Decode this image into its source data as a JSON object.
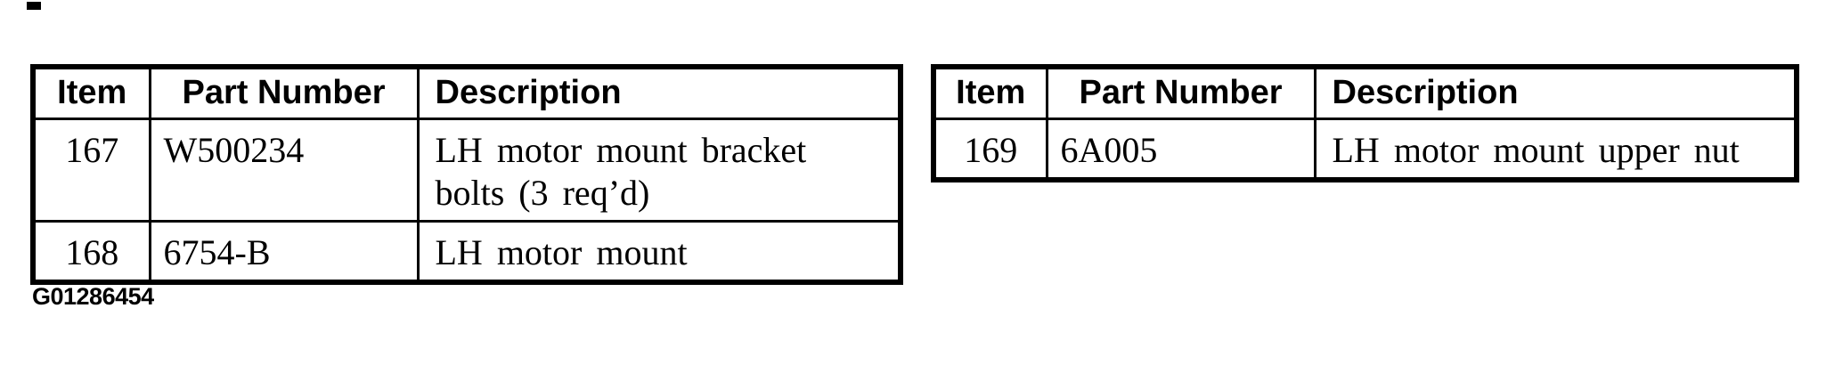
{
  "left_table": {
    "headers": [
      "Item",
      "Part Number",
      "Description"
    ],
    "rows": [
      {
        "item": "167",
        "part_number": "W500234",
        "description": "LH motor mount bracket bolts (3 req’d)"
      },
      {
        "item": "168",
        "part_number": "6754-B",
        "description": "LH motor mount"
      }
    ]
  },
  "right_table": {
    "headers": [
      "Item",
      "Part Number",
      "Description"
    ],
    "rows": [
      {
        "item": "169",
        "part_number": "6A005",
        "description": "LH motor mount upper nut"
      }
    ]
  },
  "caption": "G01286454",
  "colors": {
    "ink": "#000000",
    "background": "#ffffff"
  }
}
